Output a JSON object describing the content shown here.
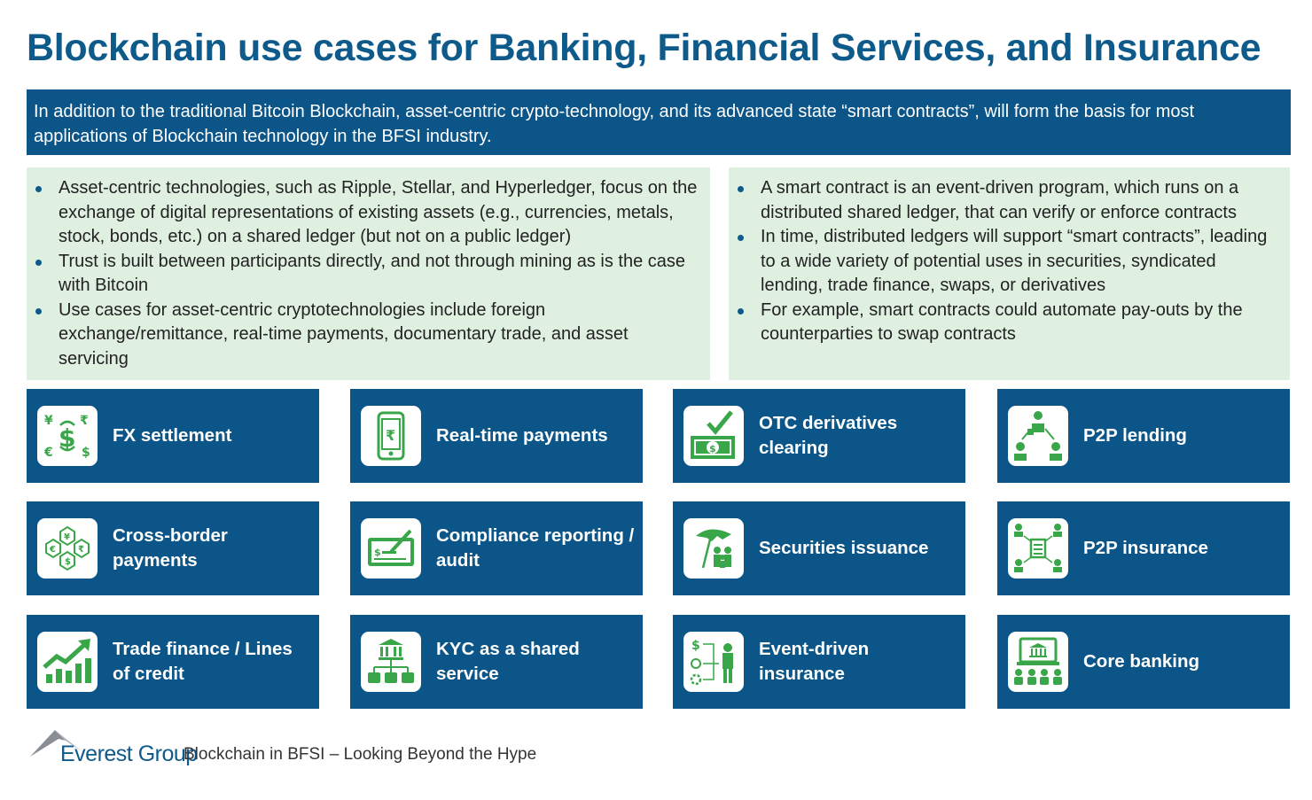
{
  "title": "Blockchain use cases for Banking, Financial Services, and Insurance",
  "intro": "In addition to the traditional Bitcoin Blockchain, asset-centric crypto-technology, and its advanced state “smart contracts”, will form the basis for most applications of Blockchain technology in the BFSI industry.",
  "left_bullets": [
    "Asset-centric technologies, such as Ripple, Stellar, and Hyperledger, focus on the exchange of digital representations of existing assets (e.g., currencies, metals, stock, bonds, etc.) on a shared ledger (but not on a public ledger)",
    "Trust is built between participants directly, and not through mining as is the case with Bitcoin",
    "Use cases for asset-centric cryptotechnologies include foreign exchange/remittance, real-time payments, documentary trade, and asset servicing"
  ],
  "right_bullets": [
    "A smart contract is an event-driven program, which runs on a distributed shared ledger, that can verify or enforce contracts",
    "In time, distributed ledgers will support “smart contracts”, leading to a wide variety of potential uses in securities, syndicated lending, trade finance, swaps, or derivatives",
    "For example, smart contracts could automate pay-outs by the counterparties to swap contracts"
  ],
  "use_cases": [
    {
      "label": "FX settlement",
      "icon": "currency-exchange-icon"
    },
    {
      "label": "Real-time payments",
      "icon": "mobile-payment-icon"
    },
    {
      "label": "OTC derivatives clearing",
      "icon": "cash-check-icon"
    },
    {
      "label": "P2P lending",
      "icon": "people-network-icon"
    },
    {
      "label": "Cross-border payments",
      "icon": "hexagon-currency-icon"
    },
    {
      "label": "Compliance reporting / audit",
      "icon": "cheque-icon"
    },
    {
      "label": "Securities issuance",
      "icon": "umbrella-family-icon"
    },
    {
      "label": "P2P insurance",
      "icon": "document-network-icon"
    },
    {
      "label": "Trade finance / Lines of credit",
      "icon": "growth-chart-icon"
    },
    {
      "label": "KYC as a shared service",
      "icon": "bank-hierarchy-icon"
    },
    {
      "label": "Event-driven insurance",
      "icon": "person-events-icon"
    },
    {
      "label": "Core banking",
      "icon": "bank-laptop-icon"
    }
  ],
  "colors": {
    "navy": "#0b5588",
    "green": "#3aa64a",
    "panel": "#dff0e1"
  },
  "footer": {
    "brand": "Everest Group",
    "text": "Blockchain in BFSI – Looking Beyond the Hype"
  }
}
